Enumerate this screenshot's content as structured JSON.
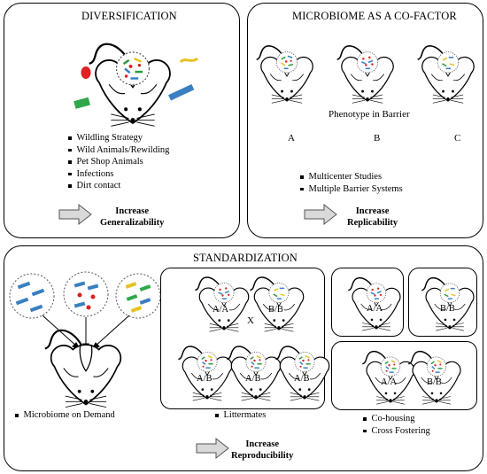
{
  "diversification": {
    "title": "DIVERSIFICATION",
    "items": [
      "Wildling Strategy",
      "Wild Animals/Rewilding",
      "Pet Shop Animals",
      "Infections",
      "Dirt contact"
    ],
    "result": [
      "Increase",
      "Generalizability"
    ]
  },
  "microbiome": {
    "title": "MICROBIOME AS A CO-FACTOR",
    "subtitle": "Phenotype in Barrier",
    "labels": [
      "A",
      "B",
      "C"
    ],
    "items": [
      "Multicenter Studies",
      "Multiple Barrier Systems"
    ],
    "result": [
      "Increase",
      "Replicability"
    ]
  },
  "standardization": {
    "title": "STANDARDIZATION",
    "demand": "Microbiome on Demand",
    "littermates": "Littermates",
    "cross_symbol": "X",
    "genotypes": {
      "aa": "A/A",
      "bb": "B/B",
      "ab": "A/B"
    },
    "housing_items": [
      "Co-housing",
      "Cross Fostering"
    ],
    "result": [
      "Increase",
      "Reproducibility"
    ]
  }
}
